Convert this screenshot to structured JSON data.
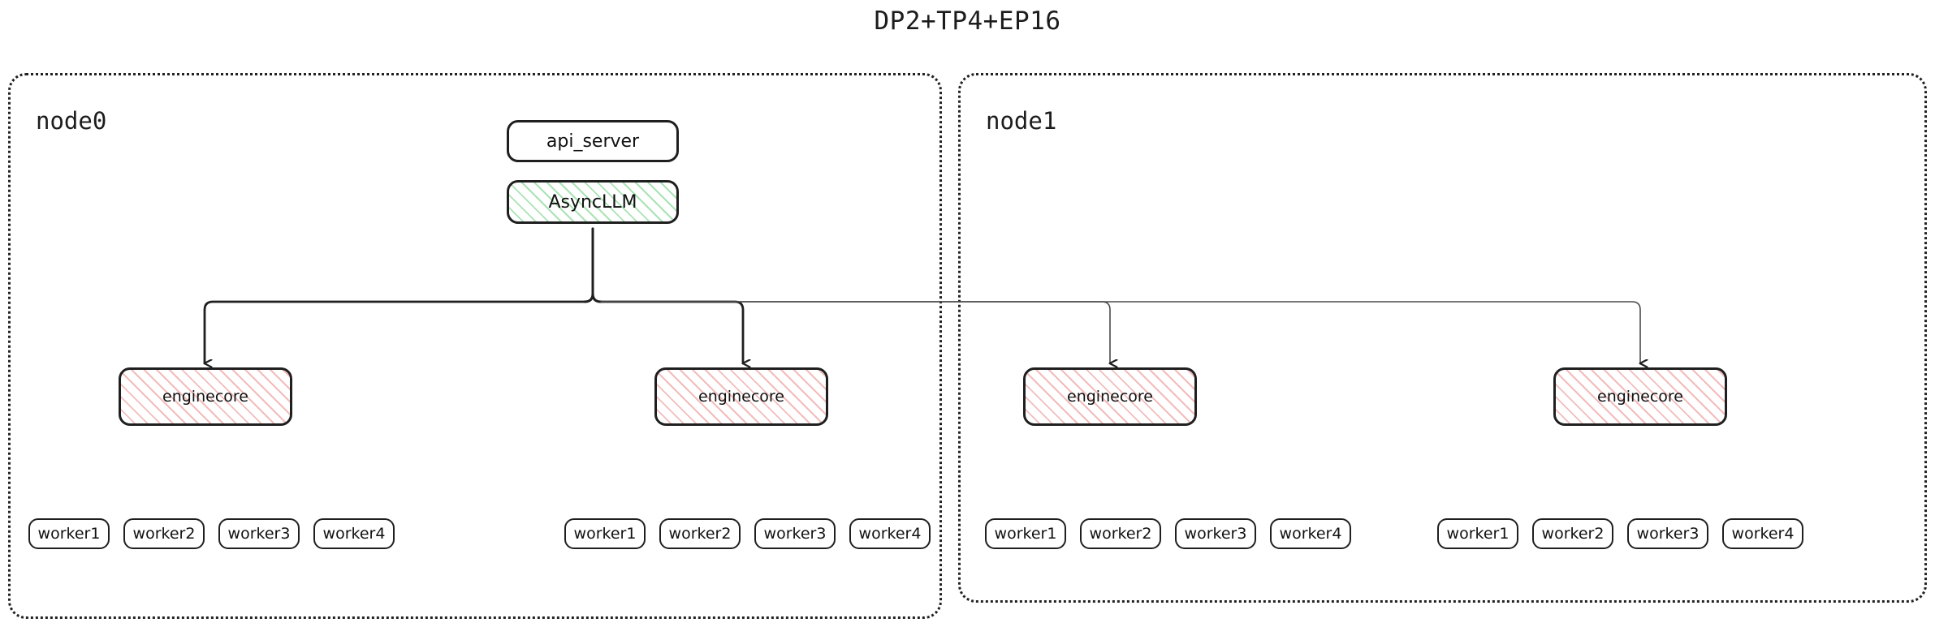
{
  "title": "DP2+TP4+EP16",
  "colors": {
    "stroke": "#1f1f1f",
    "node_border": "#222222",
    "hatch_green": "#a9e3b4",
    "hatch_pink": "#f3bcbc",
    "background": "#ffffff"
  },
  "nodes": [
    {
      "label": "node0"
    },
    {
      "label": "node1"
    }
  ],
  "boxes": {
    "api_server": "api_server",
    "async_llm": "AsyncLLM",
    "enginecore": "enginecore"
  },
  "enginecores": [
    {
      "label": "enginecore",
      "node": "node0"
    },
    {
      "label": "enginecore",
      "node": "node0"
    },
    {
      "label": "enginecore",
      "node": "node1"
    },
    {
      "label": "enginecore",
      "node": "node1"
    }
  ],
  "worker_groups": [
    {
      "workers": [
        "worker1",
        "worker2",
        "worker3",
        "worker4"
      ]
    },
    {
      "workers": [
        "worker1",
        "worker2",
        "worker3",
        "worker4"
      ]
    },
    {
      "workers": [
        "worker1",
        "worker2",
        "worker3",
        "worker4"
      ]
    },
    {
      "workers": [
        "worker1",
        "worker2",
        "worker3",
        "worker4"
      ]
    }
  ]
}
